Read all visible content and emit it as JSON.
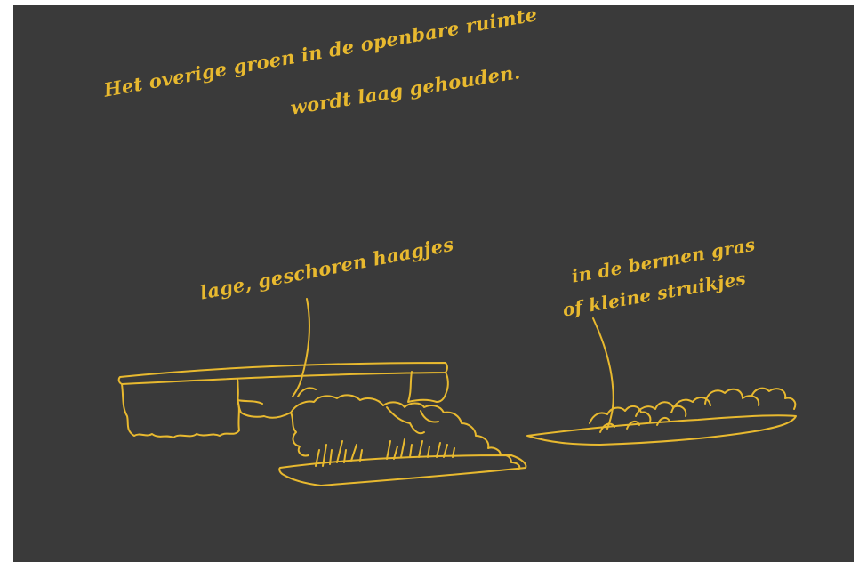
{
  "colors": {
    "background": "#3a3a3a",
    "ink": "#e8b92f",
    "page": "#ffffff"
  },
  "annotations": {
    "title_line_1": "Het overige groen in de openbare ruimte",
    "title_line_2": "wordt laag gehouden.",
    "hedges": "lage, geschoren haagjes",
    "verge_line_1": "in de bermen gras",
    "verge_line_2": "of kleine struikjes"
  }
}
